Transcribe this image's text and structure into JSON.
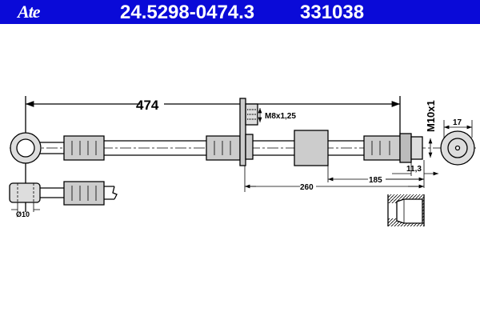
{
  "header": {
    "logo": "Ate",
    "part_number": "24.5298-0474.3",
    "code": "331038",
    "background": "#0a0ad8"
  },
  "dimensions": {
    "length": "474",
    "thread_bracket": "M8x1,25",
    "thread_end": "M10x1",
    "end_width": "17",
    "nut_length": "11,3",
    "dim_185": "185",
    "dim_260": "260",
    "eye_diameter": "Ø10"
  }
}
